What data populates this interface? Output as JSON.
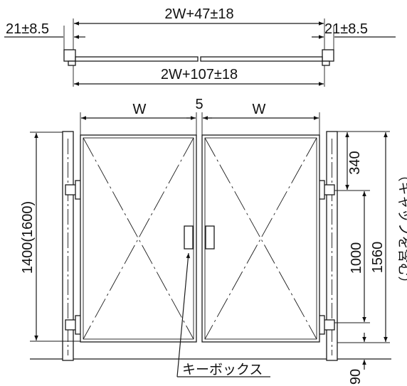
{
  "dimensions": {
    "top_overall": "2W+47±18",
    "left_offset": "21±8.5",
    "right_offset": "21±8.5",
    "bottom_overall": "2W+107±18",
    "leaf_width_left": "W",
    "gap": "5",
    "leaf_width_right": "W",
    "left_height": "1400(1600)",
    "upper_segment": "340",
    "middle_segment": "1000",
    "total_height": "1560",
    "cap_note": "（キャップを含む）",
    "bottom_segment": "90"
  },
  "labels": {
    "key_box": "キーボックス"
  }
}
